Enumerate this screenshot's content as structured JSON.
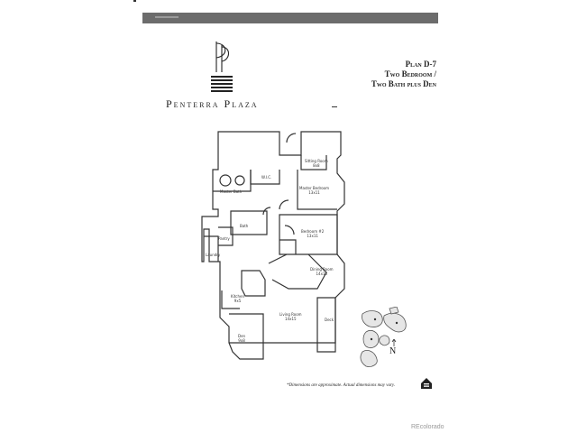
{
  "brand": {
    "name": "Penterra Plaza"
  },
  "plan": {
    "line1": "Plan D-7",
    "line2": "Two Bedroom /",
    "line3": "Two Bath plus Den"
  },
  "rooms": [
    {
      "name": "Sitting Room",
      "size": "8x8"
    },
    {
      "name": "Master Bedroom",
      "size": "13x11"
    },
    {
      "name": "Master Bath"
    },
    {
      "name": "W.I.C."
    },
    {
      "name": "Bedroom #2",
      "size": "13x11"
    },
    {
      "name": "Bath"
    },
    {
      "name": "Laundry"
    },
    {
      "name": "Pantry"
    },
    {
      "name": "Dining Room",
      "size": "14x10"
    },
    {
      "name": "Kitchen",
      "size": "9x5"
    },
    {
      "name": "Living Room",
      "size": "14x15"
    },
    {
      "name": "Den",
      "size": "9x8"
    },
    {
      "name": "Deck"
    }
  ],
  "compass": {
    "label": "N"
  },
  "disclaimer": "*Dimensions are approximate. Actual dimensions may vary.",
  "credit": "REcolorado"
}
